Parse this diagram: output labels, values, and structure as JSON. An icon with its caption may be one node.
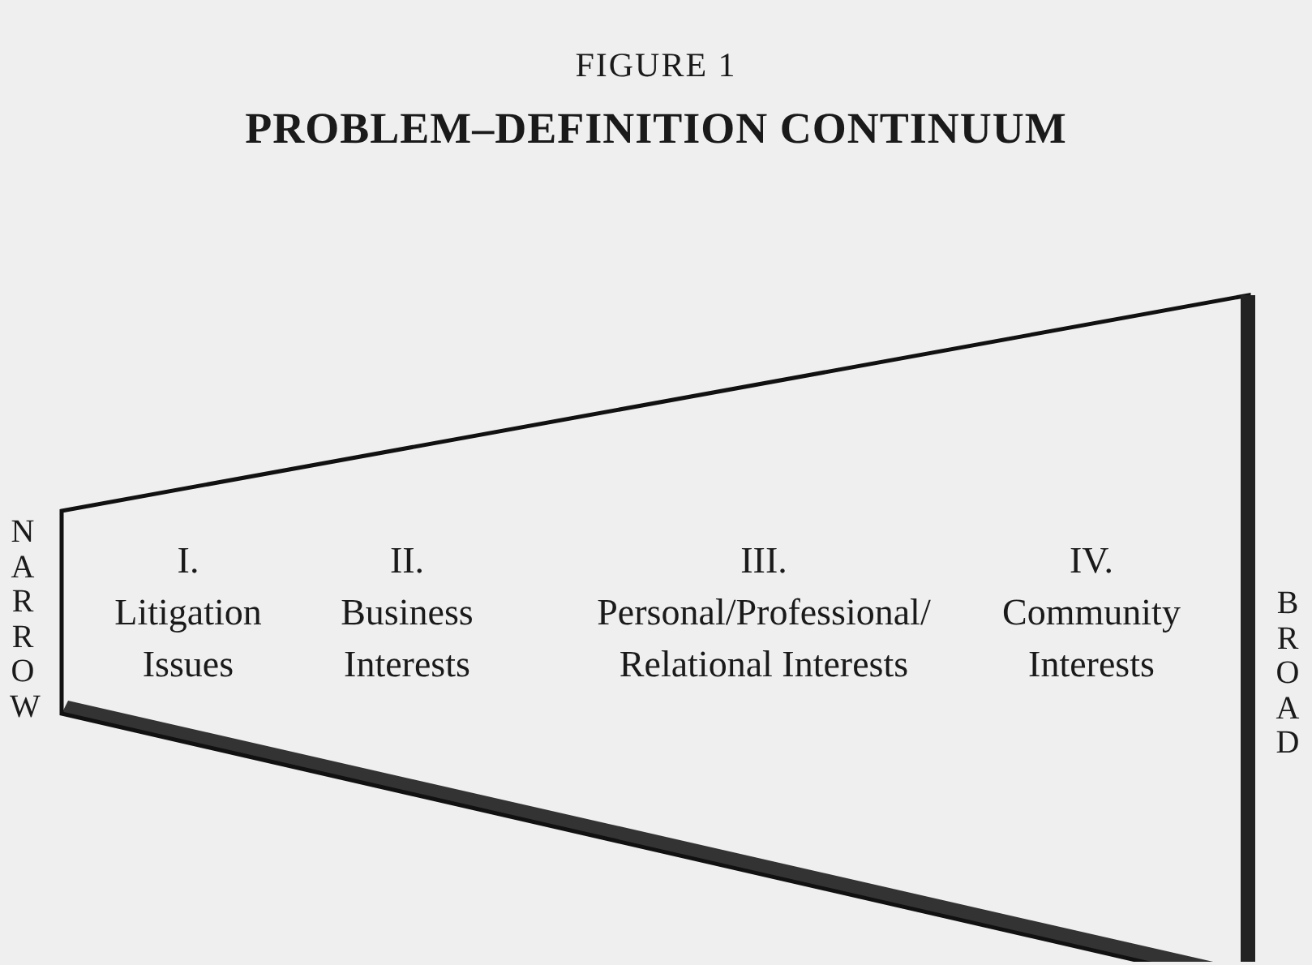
{
  "diagram": {
    "title": "PROBLEM–DEFINITION CONTINUUM",
    "nodes": [
      {
        "text": [],
        "shape": "trapezoid"
      },
      {
        "text": [
          "I.",
          "Litigation Issues"
        ],
        "in": 0
      },
      {
        "text": [
          "II.",
          "Business Interests"
        ],
        "in": 0
      },
      {
        "text": [
          "III.",
          "Personal/Professional/ Relational Interests"
        ],
        "in": 0
      },
      {
        "text": [
          "IV.",
          "Community Interests"
        ],
        "in": 0
      }
    ],
    "labels": [
      "FIGURE 1",
      "NARROW",
      "BROAD"
    ]
  }
}
